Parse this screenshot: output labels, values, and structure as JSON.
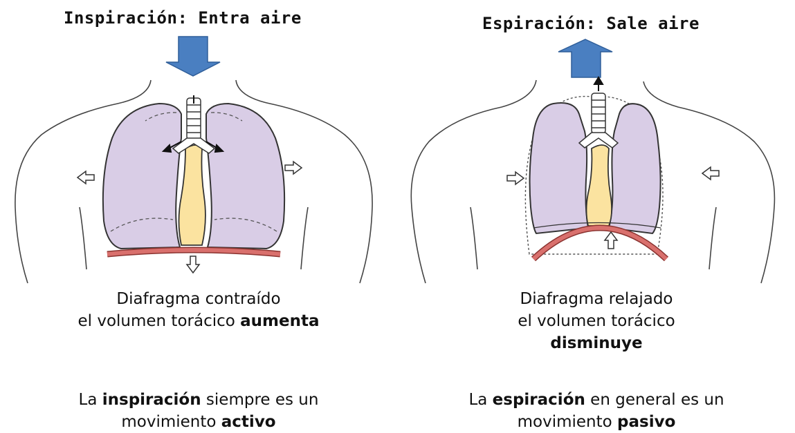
{
  "inspiration": {
    "title": "Inspiración: Entra aire",
    "caption_line1": "Diafragma contraído",
    "caption_line2_prefix": "el volumen torácico ",
    "caption_line2_bold": "aumenta",
    "note_prefix": "La ",
    "note_bold1": "inspiración",
    "note_mid": " siempre es un",
    "note_line2_prefix": "movimiento ",
    "note_bold2": "activo"
  },
  "expiration": {
    "title": "Espiración: Sale aire",
    "caption_line1": "Diafragma relajado",
    "caption_line2": "el volumen torácico",
    "caption_line3_bold": "disminuye",
    "note_prefix": "La ",
    "note_bold1": "espiración",
    "note_mid": " en general es un",
    "note_line2_prefix": "movimiento ",
    "note_bold2": "pasivo"
  },
  "colors": {
    "arrow_blue": "#4a7fc1",
    "lung_fill": "#d9cde6",
    "heart_fill": "#fbe3a0",
    "diaphragm": "#d9706d",
    "outline": "#333333"
  }
}
